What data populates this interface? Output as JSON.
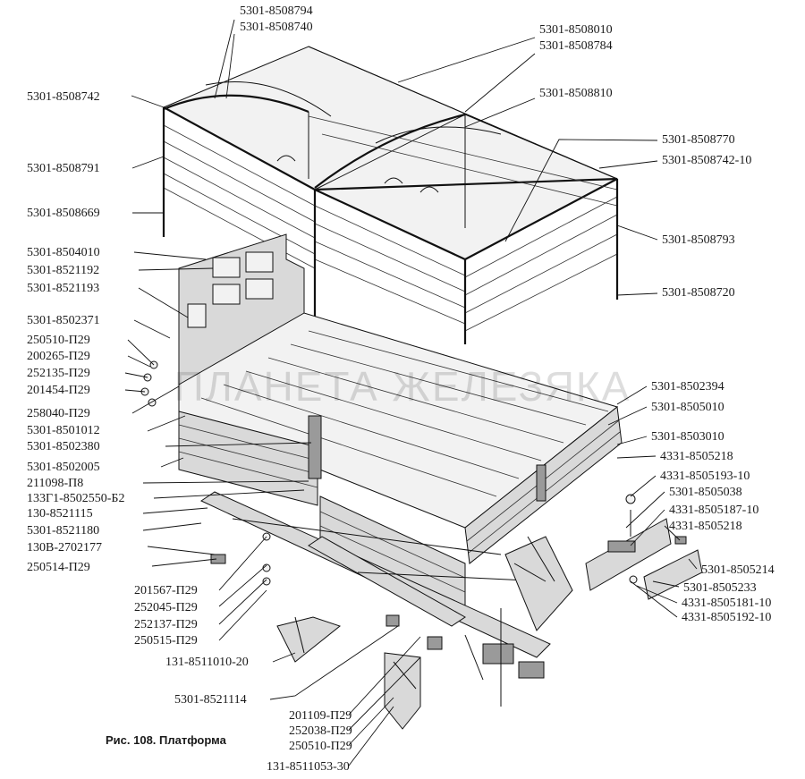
{
  "figure": {
    "caption": "Рис. 108. Платформа",
    "watermark": "ПЛАНЕТА ЖЕЛЕЗЯКА"
  },
  "part_labels": [
    "5301-8508794",
    "5301-8508740",
    "5301-8508010",
    "5301-8508784",
    "5301-8508742",
    "5301-8508810",
    "5301-8508770",
    "5301-8508742-10",
    "5301-8508791",
    "5301-8508669",
    "5301-8508793",
    "5301-8504010",
    "5301-8521192",
    "5301-8521193",
    "5301-8508720",
    "5301-8502371",
    "250510-П29",
    "200265-П29",
    "252135-П29",
    "201454-П29",
    "258040-П29",
    "5301-8501012",
    "5301-8502380",
    "5301-8502005",
    "211098-П8",
    "133Г1-8502550-Б2",
    "130-8521115",
    "5301-8521180",
    "130В-2702177",
    "250514-П29",
    "5301-8502394",
    "5301-8505010",
    "5301-8503010",
    "4331-8505218",
    "4331-8505193-10",
    "5301-8505038",
    "4331-8505187-10",
    "4331-8505218",
    "5301-8505214",
    "5301-8505233",
    "4331-8505181-10",
    "4331-8505192-10",
    "201567-П29",
    "252045-П29",
    "252137-П29",
    "250515-П29",
    "131-8511010-20",
    "5301-8521114",
    "201109-П29",
    "252038-П29",
    "250510-П29",
    "131-8511053-30"
  ]
}
